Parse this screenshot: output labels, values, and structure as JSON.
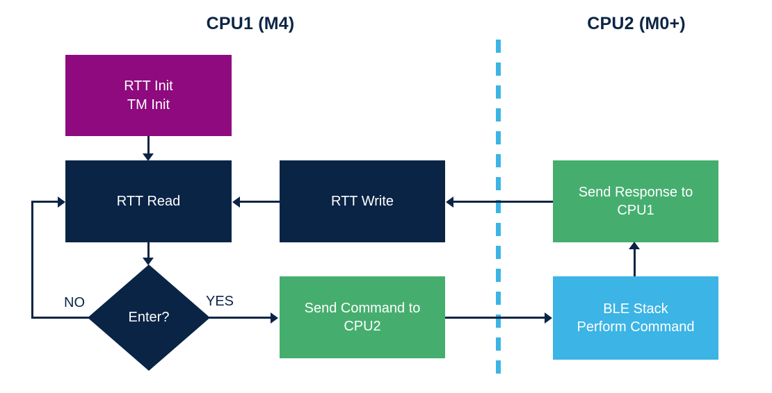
{
  "diagram": {
    "title_left": "CPU1 (M4)",
    "title_right": "CPU2 (M0+)",
    "colors": {
      "navy": "#0A2446",
      "purple": "#8E0A7E",
      "green": "#45AE6E",
      "light_blue": "#3CB4E5",
      "title_text": "#0B2545",
      "node_text": "#FFFFFF",
      "background": "#FFFFFF"
    },
    "nodes": [
      {
        "id": "init",
        "shape": "rectangle",
        "color": "#8E0A7E",
        "line1": "RTT Init",
        "line2": "TM Init",
        "lane": "CPU1 (M4)"
      },
      {
        "id": "rtt-read",
        "shape": "rectangle",
        "color": "#0A2446",
        "line1": "RTT Read",
        "line2": "",
        "lane": "CPU1 (M4)"
      },
      {
        "id": "rtt-write",
        "shape": "rectangle",
        "color": "#0A2446",
        "line1": "RTT Write",
        "line2": "",
        "lane": "CPU1 (M4)"
      },
      {
        "id": "decision",
        "shape": "diamond",
        "color": "#0A2446",
        "line1": "Enter?",
        "line2": "",
        "lane": "CPU1 (M4)"
      },
      {
        "id": "send-cmd",
        "shape": "rectangle",
        "color": "#45AE6E",
        "line1": "Send Command to",
        "line2": "CPU2",
        "lane": "CPU1 (M4)"
      },
      {
        "id": "send-resp",
        "shape": "rectangle",
        "color": "#45AE6E",
        "line1": "Send Response to",
        "line2": "CPU1",
        "lane": "CPU2 (M0+)"
      },
      {
        "id": "ble-stack",
        "shape": "rectangle",
        "color": "#3CB4E5",
        "line1": "BLE Stack",
        "line2": "Perform Command",
        "lane": "CPU2 (M0+)"
      }
    ],
    "edges": [
      {
        "from": "init",
        "to": "rtt-read",
        "label": "",
        "direction": "down"
      },
      {
        "from": "rtt-read",
        "to": "decision",
        "label": "",
        "direction": "down"
      },
      {
        "from": "decision",
        "to": "rtt-read",
        "label": "NO",
        "direction": "loop-left-up"
      },
      {
        "from": "decision",
        "to": "send-cmd",
        "label": "YES",
        "direction": "right"
      },
      {
        "from": "send-cmd",
        "to": "ble-stack",
        "label": "",
        "direction": "right"
      },
      {
        "from": "ble-stack",
        "to": "send-resp",
        "label": "",
        "direction": "up"
      },
      {
        "from": "send-resp",
        "to": "rtt-write",
        "label": "",
        "direction": "left"
      },
      {
        "from": "rtt-write",
        "to": "rtt-read",
        "label": "",
        "direction": "left"
      }
    ],
    "edge_labels": {
      "no": "NO",
      "yes": "YES"
    },
    "divider": {
      "style": "dashed",
      "orientation": "vertical",
      "color": "#3CB4E5"
    }
  }
}
